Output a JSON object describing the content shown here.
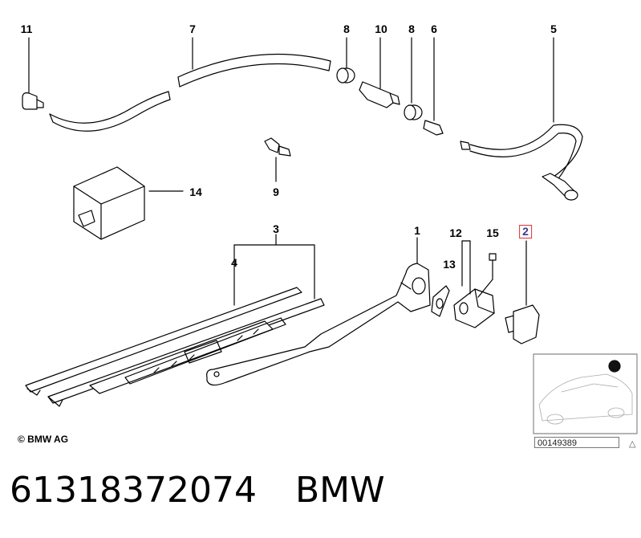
{
  "callouts": {
    "c11": "11",
    "c7": "7",
    "c8a": "8",
    "c10": "10",
    "c8b": "8",
    "c6": "6",
    "c5": "5",
    "c14": "14",
    "c9": "9",
    "c3": "3",
    "c4": "4",
    "c1": "1",
    "c12": "12",
    "c13": "13",
    "c15": "15",
    "c2": "2"
  },
  "highlighted_callout": "2",
  "copyright": "© BMW AG",
  "doc_number": "00149389",
  "footer": {
    "part_number": "61318372074",
    "brand": "BMW"
  },
  "colors": {
    "highlight_border": "#e0302c",
    "marker_dot": "#111111"
  }
}
